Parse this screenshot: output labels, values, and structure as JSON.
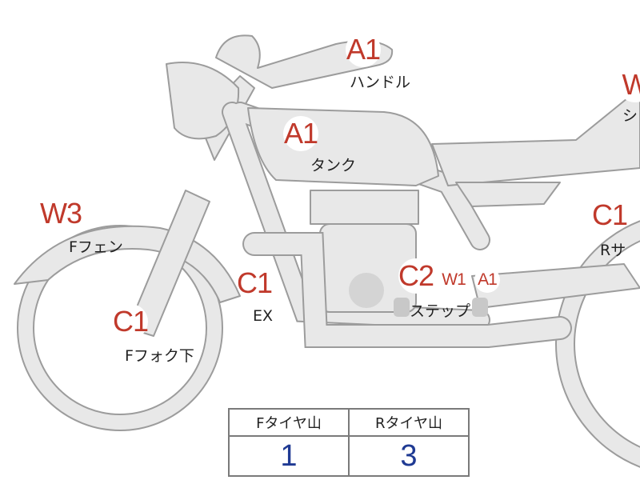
{
  "markers": [
    {
      "id": "handle",
      "code": "A1",
      "label": "ハンドル"
    },
    {
      "id": "tank",
      "code": "A1",
      "label": "タンク"
    },
    {
      "id": "f-fender",
      "code": "W3",
      "label": "Fフェン"
    },
    {
      "id": "exhaust",
      "code": "C1",
      "label": "EX"
    },
    {
      "id": "f-fork",
      "code": "C1",
      "label": "Fフォク下"
    },
    {
      "id": "step",
      "code": "C2",
      "label": "ステップ"
    },
    {
      "id": "step-w",
      "code": "W1",
      "label": ""
    },
    {
      "id": "step-a",
      "code": "A1",
      "label": ""
    },
    {
      "id": "r-sus",
      "code": "C1",
      "label": "Rサ"
    },
    {
      "id": "seat",
      "code": "W",
      "label": "シ"
    }
  ],
  "tire_table": {
    "headers": [
      "Fタイヤ山",
      "Rタイヤ山"
    ],
    "values": [
      "1",
      "3"
    ]
  },
  "colors": {
    "part_fill": "#e8e8e8",
    "outline": "#9c9c9c",
    "marker_text": "#c0392b",
    "table_value": "#1f3a93"
  }
}
